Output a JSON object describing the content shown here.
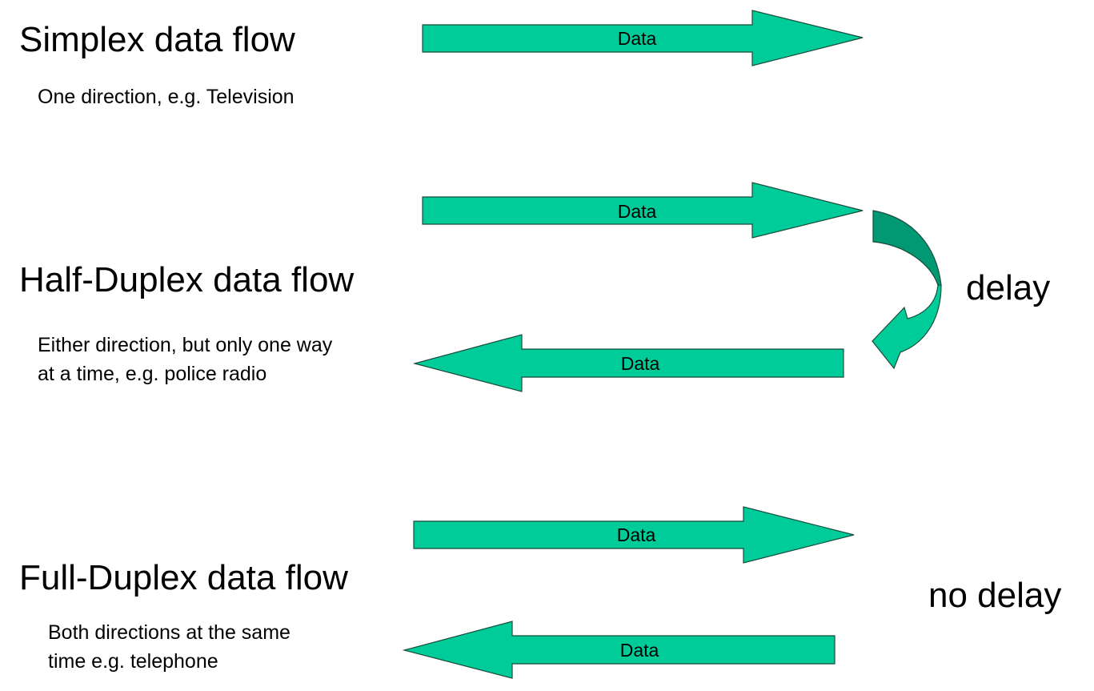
{
  "colors": {
    "arrow_fill": "#00cc99",
    "arrow_shadow": "#009973",
    "arrow_outline": "#1a4a3a",
    "text": "#000000",
    "background": "#ffffff"
  },
  "simplex": {
    "title": "Simplex data flow",
    "description": "One direction, e.g. Television",
    "arrow_label": "Data"
  },
  "half_duplex": {
    "title": "Half-Duplex data flow",
    "description_line1": "Either direction, but only one way",
    "description_line2": "at a time, e.g. police radio",
    "forward_arrow_label": "Data",
    "return_arrow_label": "Data",
    "side_label": "delay"
  },
  "full_duplex": {
    "title": "Full-Duplex data flow",
    "description_line1": "Both directions at the same",
    "description_line2": "time e.g. telephone",
    "forward_arrow_label": "Data",
    "return_arrow_label": "Data",
    "side_label": "no delay"
  }
}
